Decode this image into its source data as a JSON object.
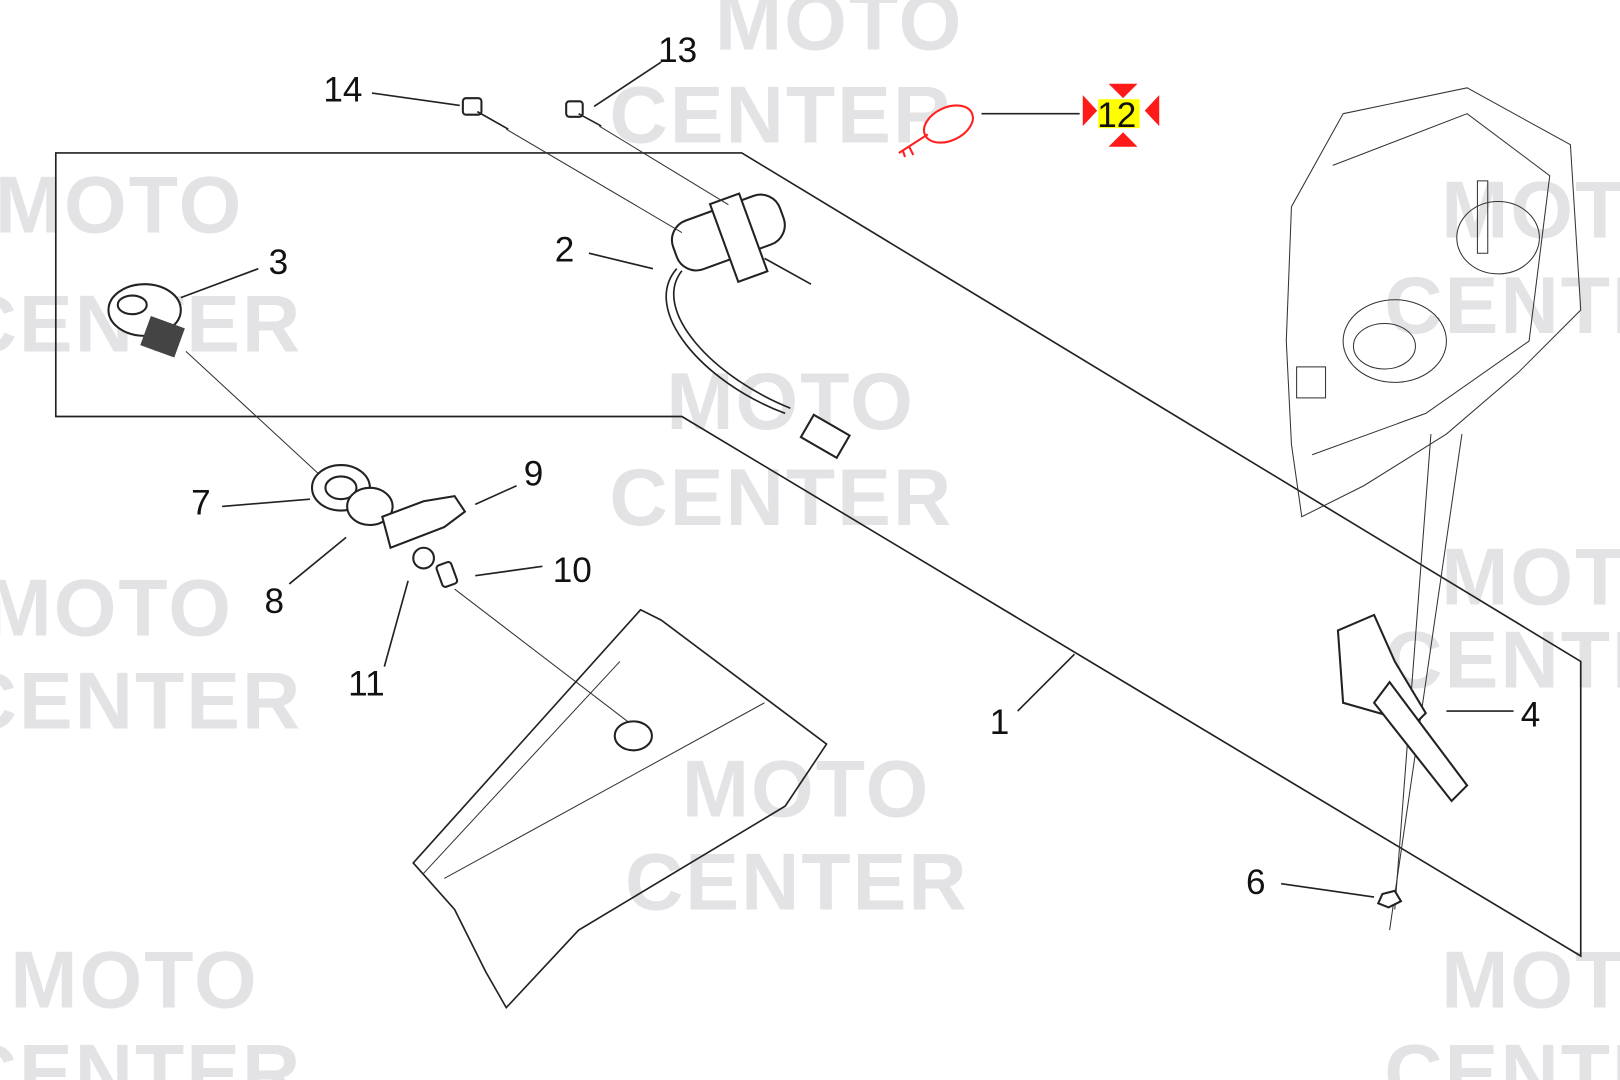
{
  "watermark": {
    "line1": "MOTO",
    "line2": "CENTER"
  },
  "labels": {
    "p1": "1",
    "p2": "2",
    "p3": "3",
    "p4": "4",
    "p6": "6",
    "p7": "7",
    "p8": "8",
    "p9": "9",
    "p10": "10",
    "p11": "11",
    "p12": "12",
    "p13": "13",
    "p14": "14"
  },
  "highlight": {
    "part": "12",
    "marker_color": "#ff1a1a",
    "label_bg": "#ffff00",
    "part_color": "#ff2020"
  }
}
